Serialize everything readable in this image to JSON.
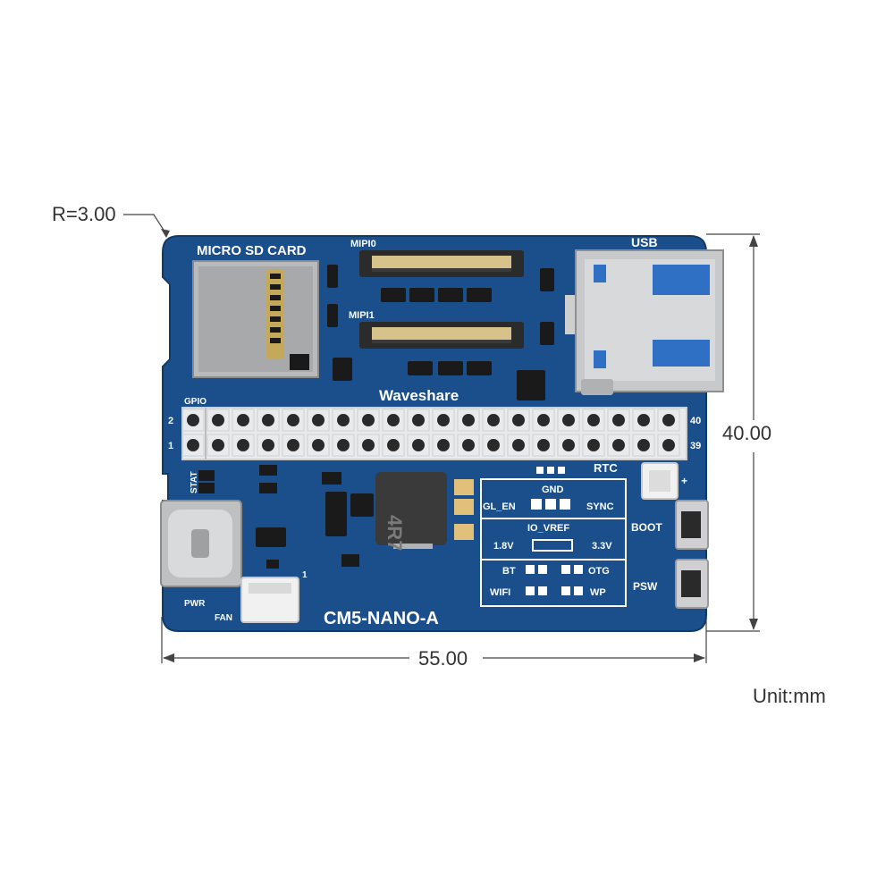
{
  "dimensions": {
    "radius": "R=3.00",
    "height": "40.00",
    "width": "55.00",
    "unit": "Unit:mm"
  },
  "board": {
    "name": "CM5-NANO-A",
    "brand": "Waveshare",
    "colors": {
      "pcb": "#1b4f8c",
      "pcb_dark": "#143d6e",
      "silkscreen": "#ffffff",
      "metal": "#c8c9cb"
    },
    "labels": {
      "sd": "MICRO SD CARD",
      "mipi0": "MIPI0",
      "mipi1": "MIPI1",
      "usb": "USB",
      "gpio": "GPIO",
      "pin2": "2",
      "pin1": "1",
      "pin40": "40",
      "pin39": "39",
      "stat": "STAT",
      "pwr": "PWR",
      "fan": "FAN",
      "fan_pin1": "1",
      "rtc": "RTC",
      "rtc_plus": "+",
      "boot": "BOOT",
      "psw": "PSW",
      "inductor": "4R7",
      "gnd": "GND",
      "gl_en": "GL_EN",
      "sync": "SYNC",
      "io_vref": "IO_VREF",
      "v18": "1.8V",
      "v33": "3.3V",
      "bt": "BT",
      "otg": "OTG",
      "wifi": "WIFI",
      "wp": "WP"
    }
  }
}
